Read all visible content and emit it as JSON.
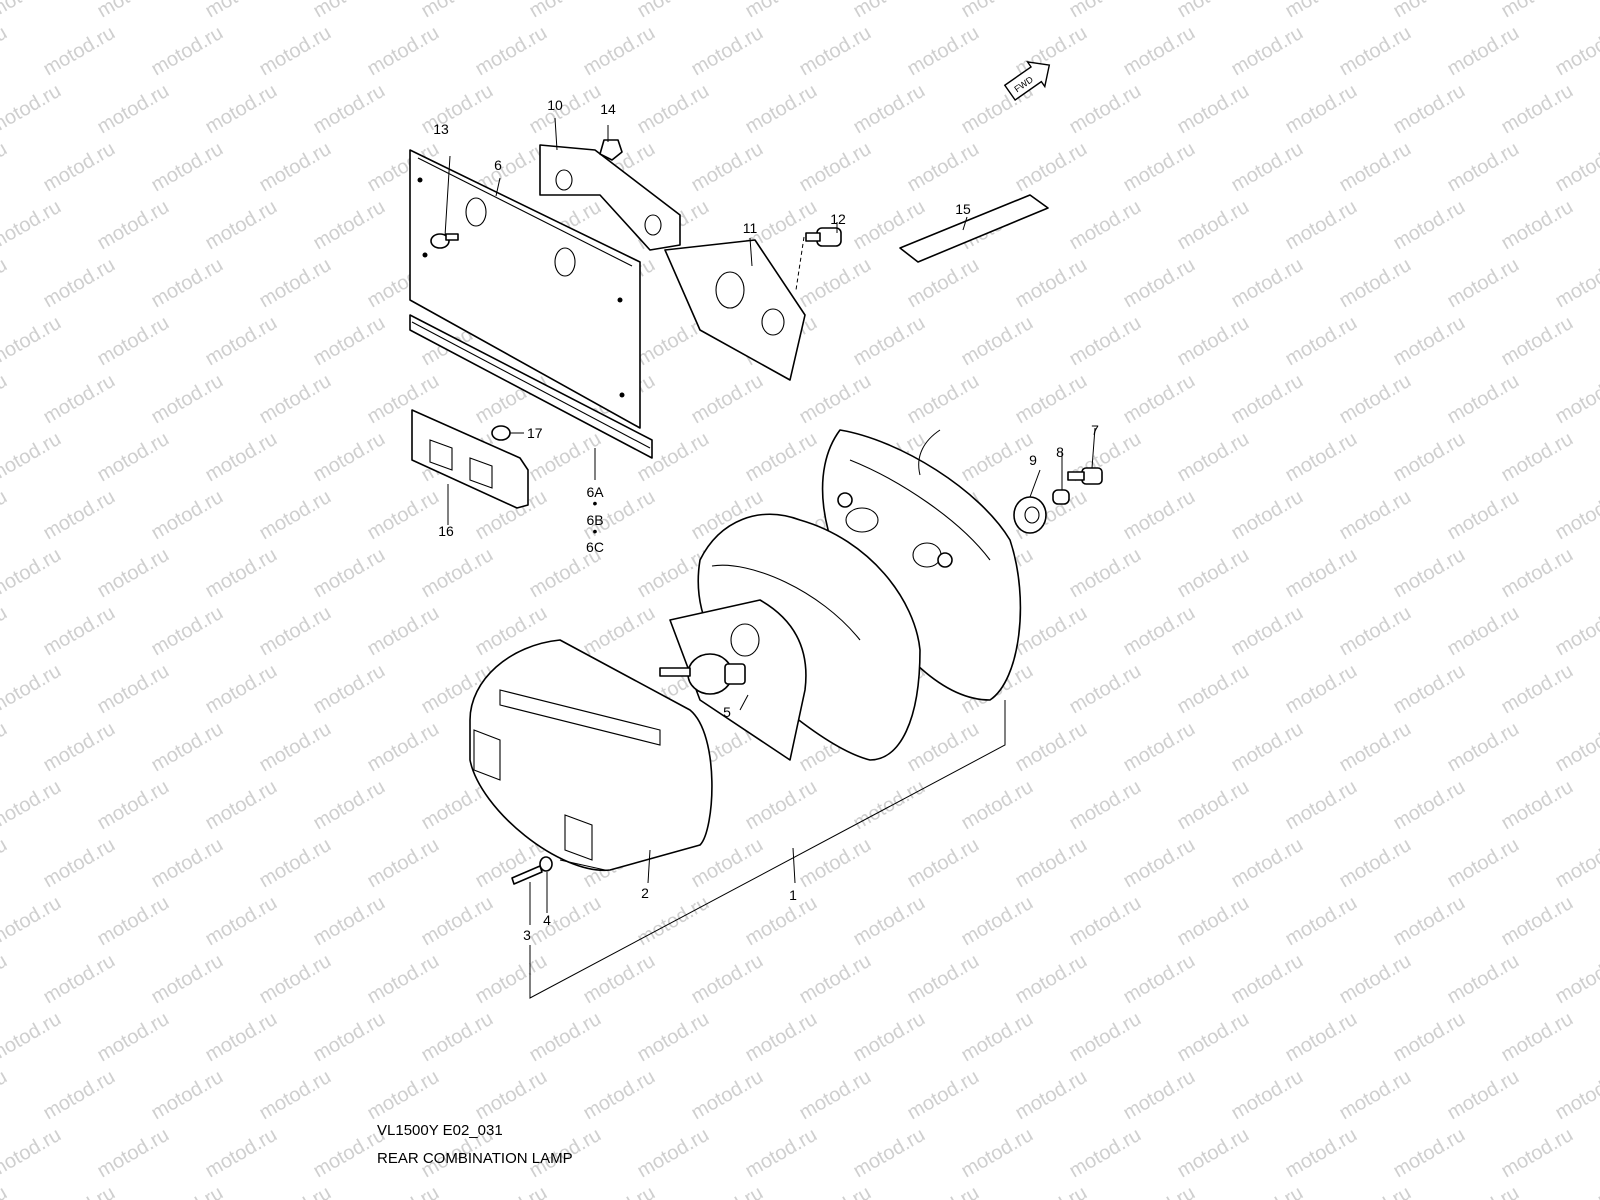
{
  "watermark": {
    "text": "motod.ru",
    "color": "#cfcfcf"
  },
  "fwd_label": "FWD",
  "labels": {
    "p1": "1",
    "p2": "2",
    "p3": "3",
    "p4": "4",
    "p5": "5",
    "p6": "6",
    "p6a": "6A",
    "p6b": "6B",
    "p6c": "6C",
    "p7": "7",
    "p8": "8",
    "p9": "9",
    "p10": "10",
    "p11": "11",
    "p12": "12",
    "p13": "13",
    "p14": "14",
    "p15": "15",
    "p16": "16",
    "p17": "17"
  },
  "caption": {
    "model": "VL1500Y E02_031",
    "title": "REAR COMBINATION LAMP"
  }
}
